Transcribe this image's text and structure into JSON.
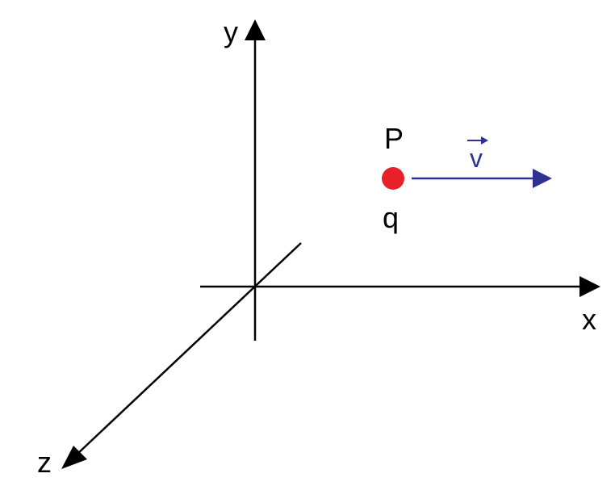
{
  "axes": {
    "x_label": "x",
    "y_label": "y",
    "z_label": "z",
    "color": "#000000"
  },
  "point": {
    "label": "P",
    "charge_label": "q",
    "color": "#e8202a"
  },
  "velocity": {
    "label": "v",
    "color": "#2e3192"
  }
}
